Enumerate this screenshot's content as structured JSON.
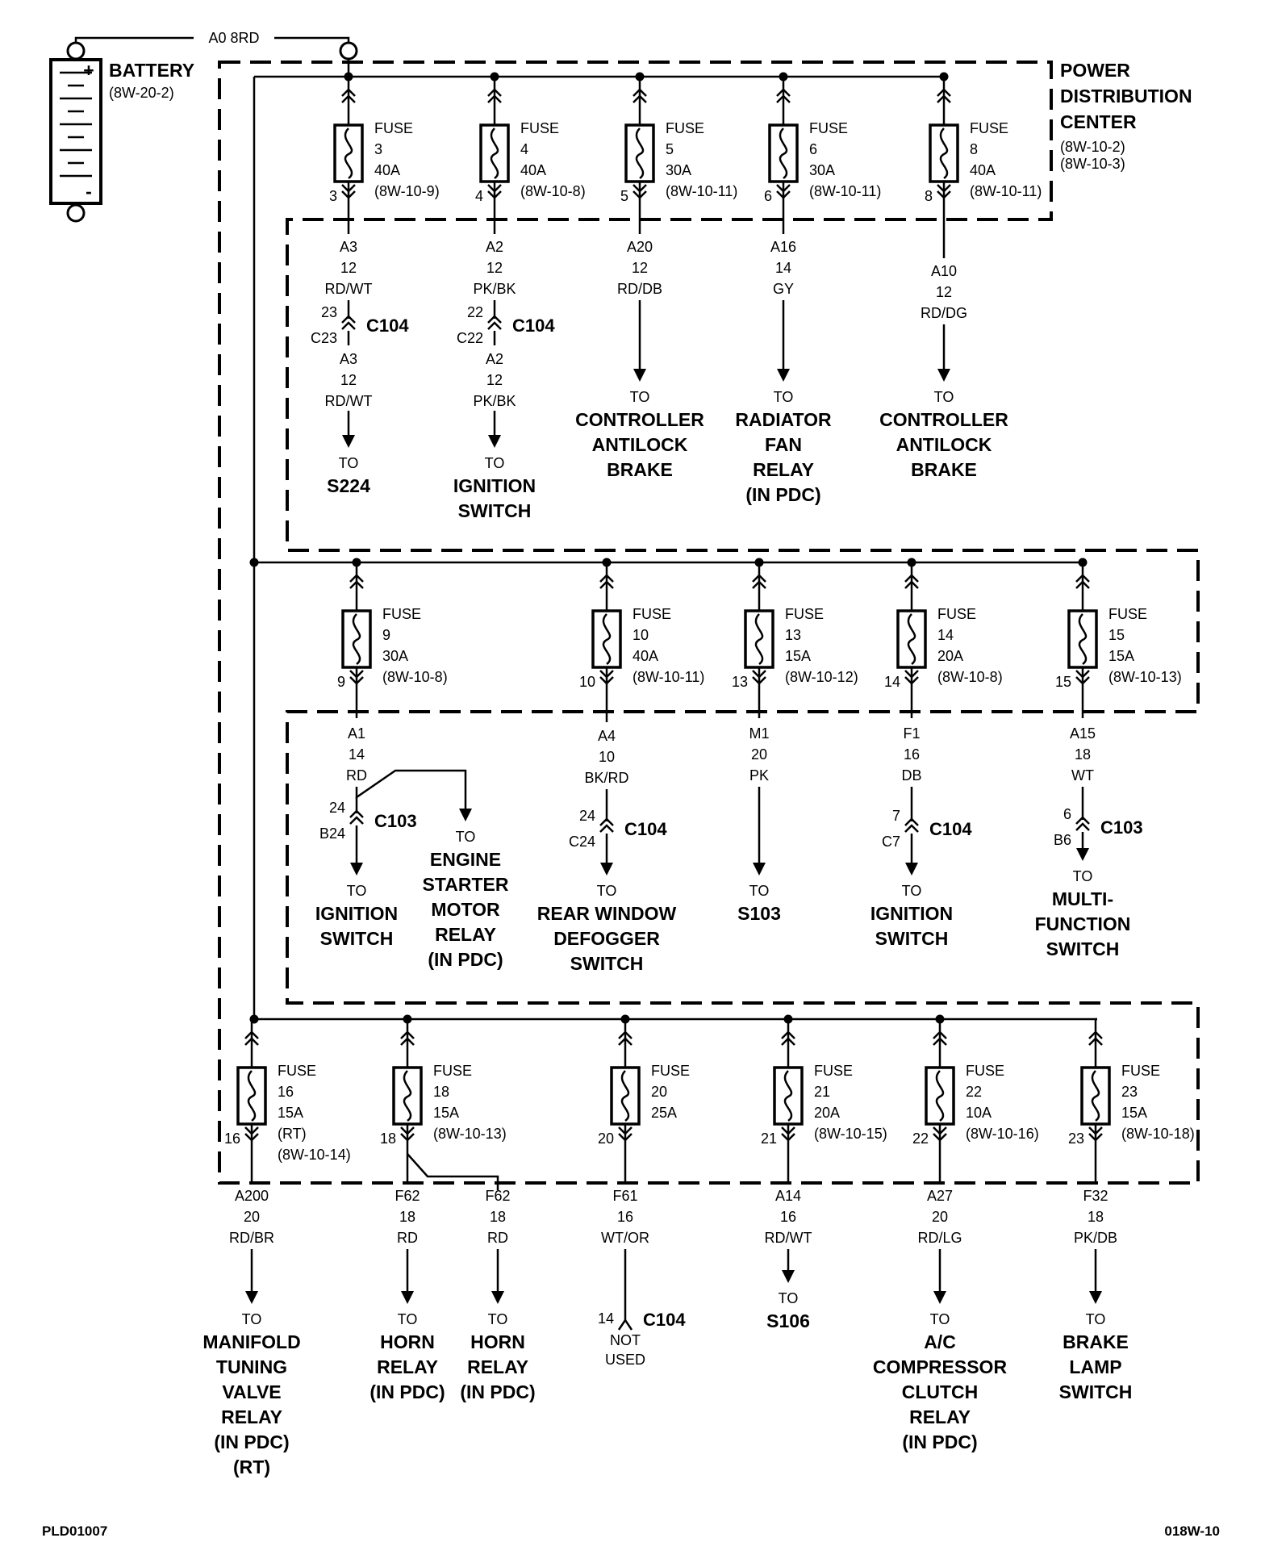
{
  "battery": {
    "title": "BATTERY",
    "ref": "(8W-20-2)",
    "wire_circuit": "A0",
    "wire_color": "8RD",
    "plus": "+",
    "minus": "-"
  },
  "pdc": {
    "title": [
      "POWER",
      "DISTRIBUTION",
      "CENTER"
    ],
    "refs": [
      "(8W-10-2)",
      "(8W-10-3)"
    ]
  },
  "fuses": [
    {
      "row": 1,
      "fuse": "3",
      "amps": "40A",
      "ref": "(8W-10-9)",
      "cav": "3"
    },
    {
      "row": 1,
      "fuse": "4",
      "amps": "40A",
      "ref": "(8W-10-8)",
      "cav": "4"
    },
    {
      "row": 1,
      "fuse": "5",
      "amps": "30A",
      "ref": "(8W-10-11)",
      "cav": "5"
    },
    {
      "row": 1,
      "fuse": "6",
      "amps": "30A",
      "ref": "(8W-10-11)",
      "cav": "6"
    },
    {
      "row": 1,
      "fuse": "8",
      "amps": "40A",
      "ref": "(8W-10-11)",
      "cav": "8"
    },
    {
      "row": 2,
      "fuse": "9",
      "amps": "30A",
      "ref": "(8W-10-8)",
      "cav": "9"
    },
    {
      "row": 2,
      "fuse": "10",
      "amps": "40A",
      "ref": "(8W-10-11)",
      "cav": "10"
    },
    {
      "row": 2,
      "fuse": "13",
      "amps": "15A",
      "ref": "(8W-10-12)",
      "cav": "13"
    },
    {
      "row": 2,
      "fuse": "14",
      "amps": "20A",
      "ref": "(8W-10-8)",
      "cav": "14"
    },
    {
      "row": 2,
      "fuse": "15",
      "amps": "15A",
      "ref": "(8W-10-13)",
      "cav": "15"
    },
    {
      "row": 3,
      "fuse": "16",
      "amps": "15A",
      "ref": "(RT)",
      "ref2": "(8W-10-14)",
      "cav": "16"
    },
    {
      "row": 3,
      "fuse": "18",
      "amps": "15A",
      "ref": "(8W-10-13)",
      "cav": "18"
    },
    {
      "row": 3,
      "fuse": "20",
      "amps": "25A",
      "ref": "",
      "cav": "20"
    },
    {
      "row": 3,
      "fuse": "21",
      "amps": "20A",
      "ref": "(8W-10-15)",
      "cav": "21"
    },
    {
      "row": 3,
      "fuse": "22",
      "amps": "10A",
      "ref": "(8W-10-16)",
      "cav": "22"
    },
    {
      "row": 3,
      "fuse": "23",
      "amps": "15A",
      "ref": "(8W-10-18)",
      "cav": "23"
    }
  ],
  "fuse_word": "FUSE",
  "to_word": "TO",
  "circuits": [
    {
      "wire": [
        "A3",
        "12",
        "RD/WT"
      ],
      "conn": {
        "name": "C104",
        "top": "23",
        "bot": "C23"
      },
      "wire2": [
        "A3",
        "12",
        "RD/WT"
      ],
      "dest": [
        "S224"
      ]
    },
    {
      "wire": [
        "A2",
        "12",
        "PK/BK"
      ],
      "conn": {
        "name": "C104",
        "top": "22",
        "bot": "C22"
      },
      "wire2": [
        "A2",
        "12",
        "PK/BK"
      ],
      "dest": [
        "IGNITION",
        "SWITCH"
      ]
    },
    {
      "wire": [
        "A20",
        "12",
        "RD/DB"
      ],
      "dest": [
        "CONTROLLER",
        "ANTILOCK",
        "BRAKE"
      ]
    },
    {
      "wire": [
        "A16",
        "14",
        "GY"
      ],
      "dest": [
        "RADIATOR",
        "FAN",
        "RELAY",
        "(IN PDC)"
      ]
    },
    {
      "wire": [
        "A10",
        "12",
        "RD/DG"
      ],
      "dest": [
        "CONTROLLER",
        "ANTILOCK",
        "BRAKE"
      ]
    },
    {
      "wire": [
        "A1",
        "14",
        "RD"
      ],
      "conn": {
        "name": "C103",
        "top": "24",
        "bot": "B24"
      },
      "dest": [
        "IGNITION",
        "SWITCH"
      ],
      "branch_dest": [
        "ENGINE",
        "STARTER",
        "MOTOR",
        "RELAY",
        "(IN PDC)"
      ]
    },
    {
      "wire": [
        "A4",
        "10",
        "BK/RD"
      ],
      "conn": {
        "name": "C104",
        "top": "24",
        "bot": "C24"
      },
      "dest": [
        "REAR WINDOW",
        "DEFOGGER",
        "SWITCH"
      ]
    },
    {
      "wire": [
        "M1",
        "20",
        "PK"
      ],
      "dest": [
        "S103"
      ]
    },
    {
      "wire": [
        "F1",
        "16",
        "DB"
      ],
      "conn": {
        "name": "C104",
        "top": "7",
        "bot": "C7"
      },
      "dest": [
        "IGNITION",
        "SWITCH"
      ]
    },
    {
      "wire": [
        "A15",
        "18",
        "WT"
      ],
      "conn": {
        "name": "C103",
        "top": "6",
        "bot": "B6"
      },
      "dest": [
        "MULTI-",
        "FUNCTION",
        "SWITCH"
      ]
    },
    {
      "wire": [
        "A200",
        "20",
        "RD/BR"
      ],
      "dest": [
        "MANIFOLD",
        "TUNING",
        "VALVE",
        "RELAY",
        "(IN PDC)",
        "(RT)"
      ]
    },
    {
      "wire": [
        "F62",
        "18",
        "RD"
      ],
      "dest": [
        "HORN",
        "RELAY",
        "(IN PDC)"
      ]
    },
    {
      "wire": [
        "F62",
        "18",
        "RD"
      ],
      "dest": [
        "HORN",
        "RELAY",
        "(IN PDC)"
      ]
    },
    {
      "wire": [
        "F61",
        "16",
        "WT/OR"
      ],
      "conn": {
        "name": "C104",
        "top": "14"
      },
      "note": [
        "NOT",
        "USED"
      ]
    },
    {
      "wire": [
        "A14",
        "16",
        "RD/WT"
      ],
      "dest": [
        "S106"
      ]
    },
    {
      "wire": [
        "A27",
        "20",
        "RD/LG"
      ],
      "dest": [
        "A/C",
        "COMPRESSOR",
        "CLUTCH",
        "RELAY",
        "(IN PDC)"
      ]
    },
    {
      "wire": [
        "F32",
        "18",
        "PK/DB"
      ],
      "dest": [
        "BRAKE",
        "LAMP",
        "SWITCH"
      ]
    }
  ],
  "footer": {
    "left": "PLD01007",
    "right": "018W-10"
  }
}
